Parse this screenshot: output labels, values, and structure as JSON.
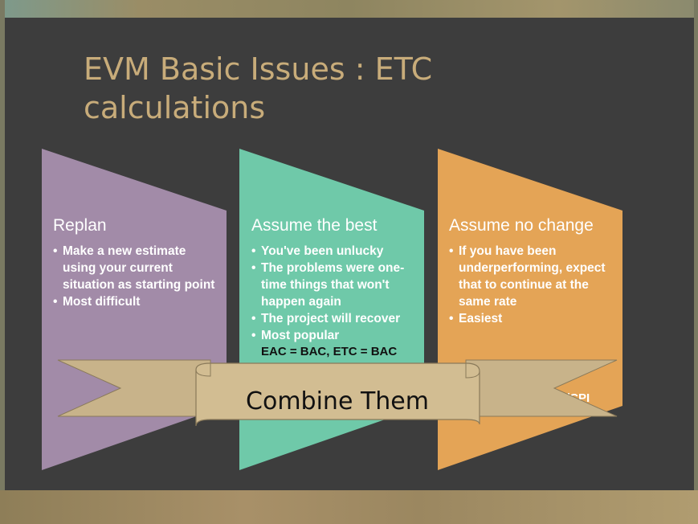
{
  "slide": {
    "title": "EVM Basic Issues : ETC calculations",
    "panels": [
      {
        "heading": "Replan",
        "color": "#a28ba8",
        "bullets": [
          "Make a new estimate using your current situation as starting point",
          "Most difficult"
        ]
      },
      {
        "heading": "Assume the best",
        "color": "#6fc9a9",
        "bullets": [
          "You've been unlucky",
          "The problems were one-time things that won't happen again",
          "The project will recover",
          "Most popular"
        ],
        "formula": "EAC = BAC, ETC = BAC"
      },
      {
        "heading": "Assume no change",
        "color": "#e4a456",
        "bullets": [
          "If you have been underperforming, expect that to continue at the same rate",
          "Easiest"
        ],
        "partial_formula": "/CPI"
      }
    ],
    "banner": {
      "text": "Combine Them",
      "color": "#c8b38a"
    }
  },
  "colors": {
    "board": "#3d3d3d",
    "title": "#c8ac7a",
    "frame": "#8c8468"
  }
}
